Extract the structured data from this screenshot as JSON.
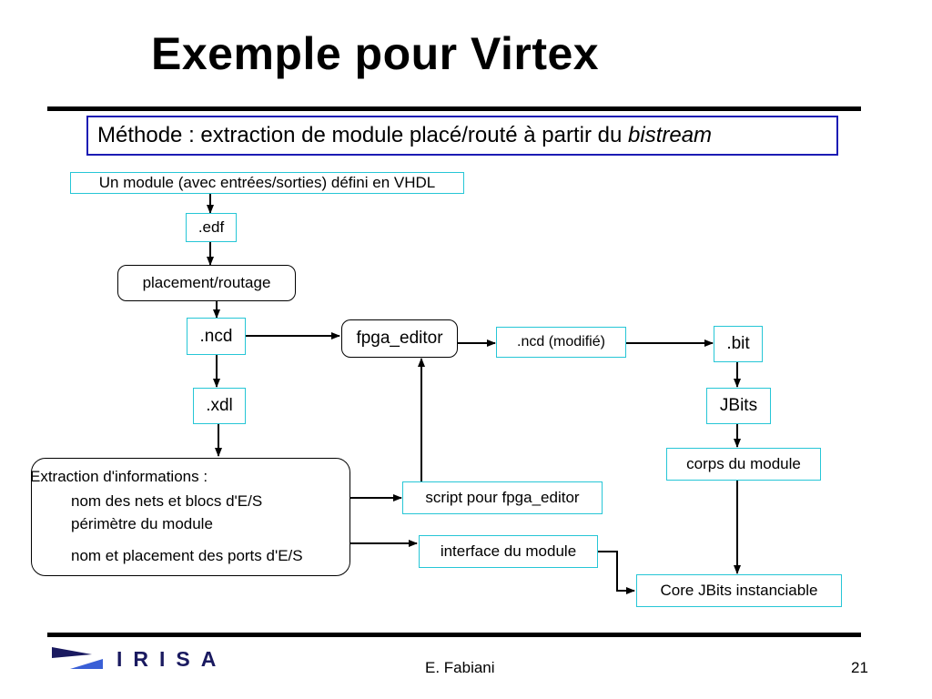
{
  "slide": {
    "title": "Exemple pour Virtex",
    "method_prefix": "Méthode : extraction de module placé/routé  à partir du ",
    "method_italic": "bistream"
  },
  "nodes": {
    "vhdl": "Un module (avec entrées/sorties) défini en VHDL",
    "edf": ".edf",
    "placement": "placement/routage",
    "ncd": ".ncd",
    "fpga_editor": "fpga_editor",
    "ncd_modifie": ".ncd (modifié)",
    "bit": ".bit",
    "xdl": ".xdl",
    "jbits": "JBits",
    "corps": "corps du module",
    "script": "script pour fpga_editor",
    "interface": "interface du module",
    "core": "Core JBits instanciable"
  },
  "extraction": {
    "heading": "Extraction d'informations :",
    "items": [
      "nom des nets et blocs d'E/S",
      "périmètre du module",
      "nom et placement des ports d'E/S"
    ]
  },
  "footer": {
    "logo": "IRISA",
    "author": "E. Fabiani",
    "page": "21"
  },
  "colors": {
    "method_border": "#1c1cb4",
    "box_border": "#26c6d6",
    "logo": "#1a1a60"
  }
}
